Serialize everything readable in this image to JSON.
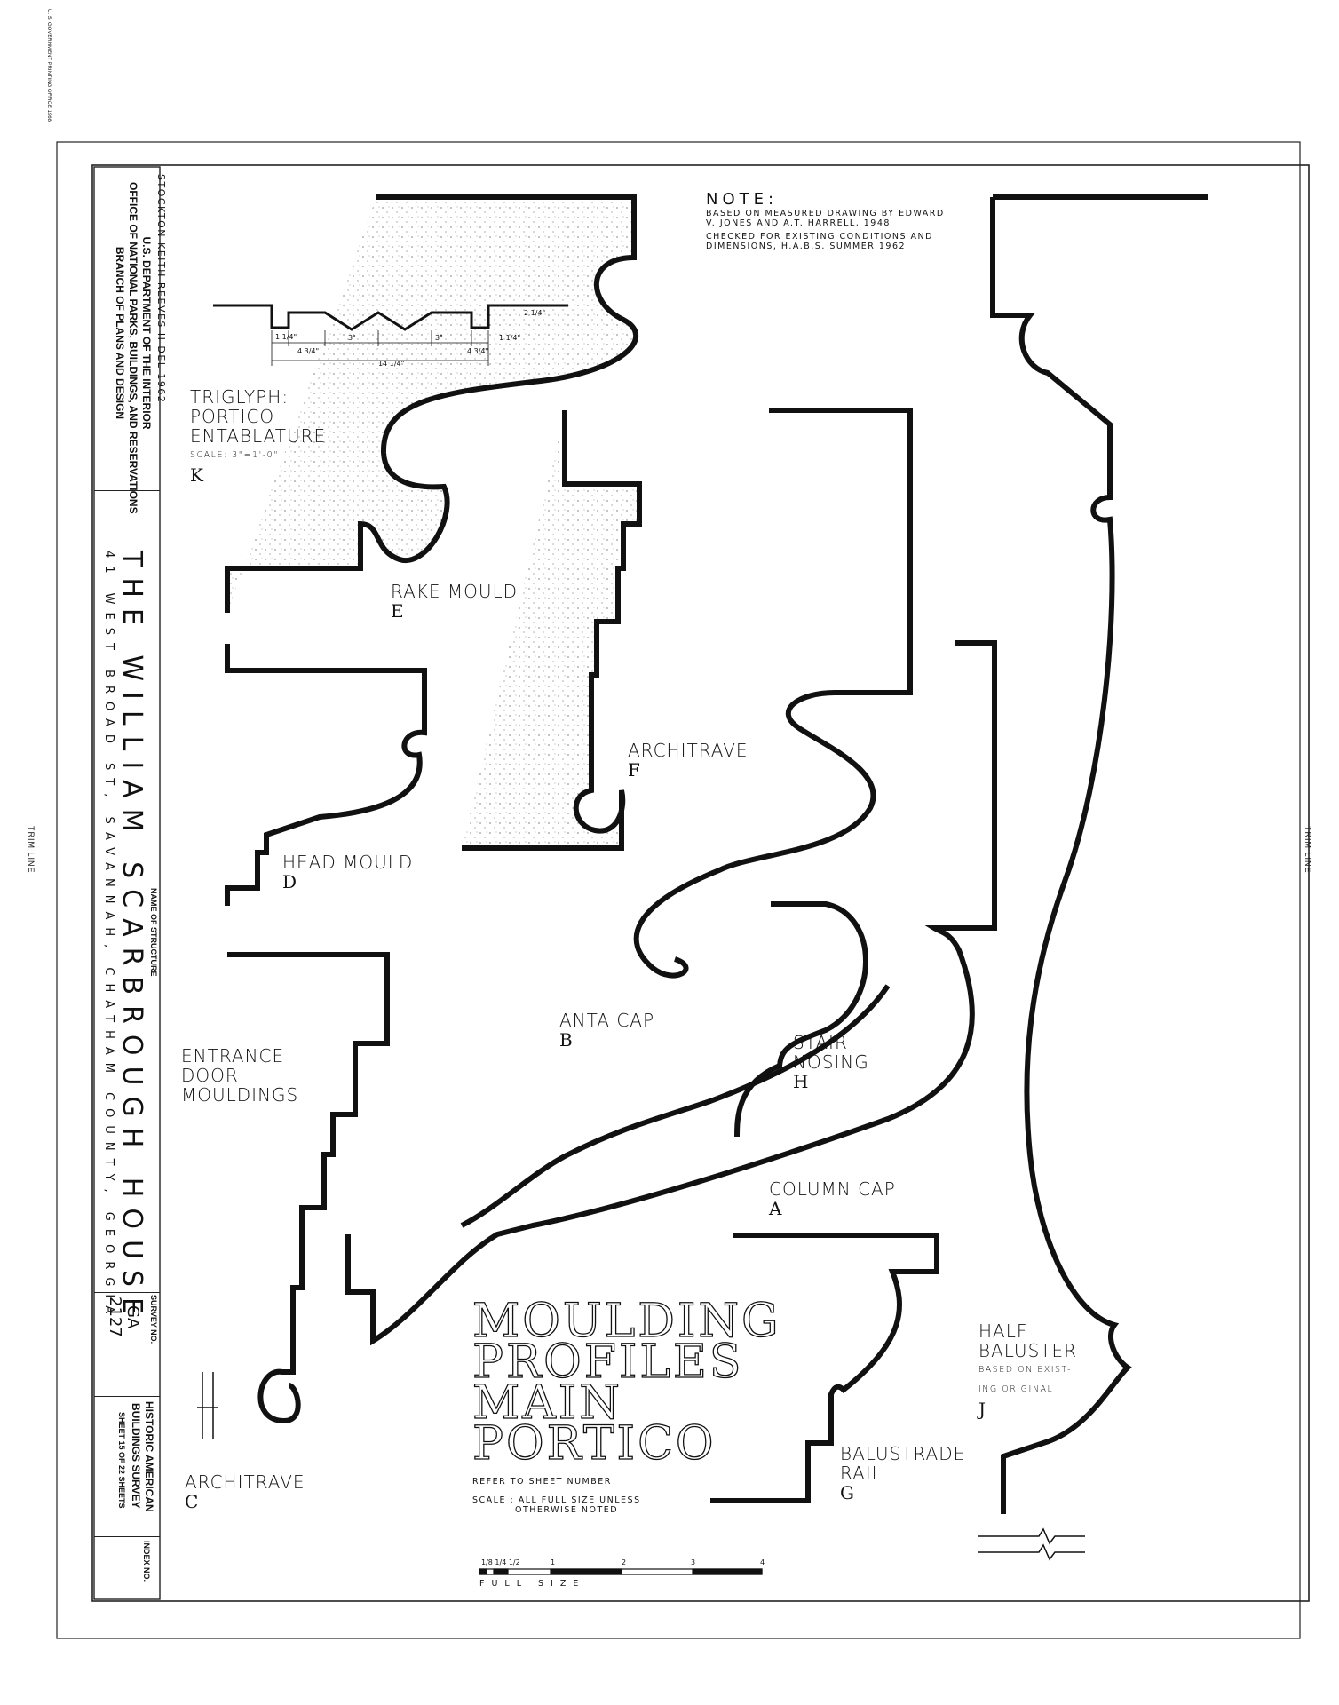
{
  "sheet": {
    "printer_mark": "U. S. GOVERNMENT PRINTING OFFICE 1968",
    "trim_left": "TRIM LINE",
    "trim_right": "TRIM LINE"
  },
  "title_block": {
    "agency_line1": "U.S. DEPARTMENT OF THE INTERIOR",
    "agency_line2": "OFFICE OF NATIONAL PARKS, BUILDINGS, AND RESERVATIONS",
    "agency_line3": "BRANCH OF PLANS AND DESIGN",
    "name_label": "NAME OF STRUCTURE",
    "structure_name": "THE WILLIAM SCARBROUGH HOUSE",
    "address": "41 WEST BROAD ST, SAVANNAH, CHATHAM COUNTY, GEORGIA",
    "survey_label": "SURVEY NO.",
    "survey_state": "GA",
    "survey_number": "2127",
    "habs_line1": "HISTORIC AMERICAN",
    "habs_line2": "BUILDINGS SURVEY",
    "sheet_info": "SHEET 15 OF 22 SHEETS",
    "index_label": "INDEX NO."
  },
  "delineator": "STOCKTON KEITH REEVES II DEL 1962",
  "note": {
    "heading": "NOTE:",
    "line1": "BASED ON MEASURED DRAWING BY EDWARD",
    "line2": "V. JONES AND A.T. HARRELL, 1948",
    "line3": "CHECKED FOR EXISTING CONDITIONS AND",
    "line4": "DIMENSIONS, H.A.B.S. SUMMER 1962"
  },
  "triglyph": {
    "title1": "TRIGLYPH:",
    "title2": "PORTICO",
    "title3": "ENTABLATURE",
    "scale": "SCALE: 3\"=1'-0\"",
    "letter": "K",
    "dims": [
      "1 1/4\"",
      "4 3/4\"",
      "3\"",
      "3\"",
      "4 3/4\"",
      "1 1/4\"",
      "14 1/4\"",
      "2 1/4\""
    ]
  },
  "profiles": {
    "rake_mould": {
      "name": "RAKE MOULD",
      "letter": "E"
    },
    "architrave_f": {
      "name": "ARCHITRAVE",
      "letter": "F"
    },
    "head_mould": {
      "name": "HEAD MOULD",
      "letter": "D"
    },
    "entrance": {
      "name1": "ENTRANCE",
      "name2": "DOOR",
      "name3": "MOULDINGS"
    },
    "anta_cap": {
      "name": "ANTA CAP",
      "letter": "B"
    },
    "stair_nosing": {
      "name1": "STAIR",
      "name2": "NOSING",
      "letter": "H"
    },
    "column_cap": {
      "name": "COLUMN CAP",
      "letter": "A"
    },
    "half_baluster": {
      "name1": "HALF",
      "name2": "BALUSTER",
      "sub1": "BASED ON EXIST-",
      "sub2": "ING ORIGINAL",
      "letter": "J"
    },
    "balustrade_rail": {
      "name1": "BALUSTRADE",
      "name2": "RAIL",
      "letter": "G"
    },
    "architrave_c": {
      "name": "ARCHITRAVE",
      "letter": "C"
    }
  },
  "main_title": {
    "line1": "MOULDING",
    "line2": "PROFILES",
    "line3": "MAIN",
    "line4": "PORTICO",
    "refer": "REFER TO SHEET NUMBER",
    "scale1": "SCALE : ALL FULL SIZE UNLESS",
    "scale2": "OTHERWISE NOTED"
  },
  "scale_bar": {
    "ticks": [
      "1/8 1/4 1/2",
      "1",
      "2",
      "3",
      "4"
    ],
    "label": "FULL SIZE"
  }
}
